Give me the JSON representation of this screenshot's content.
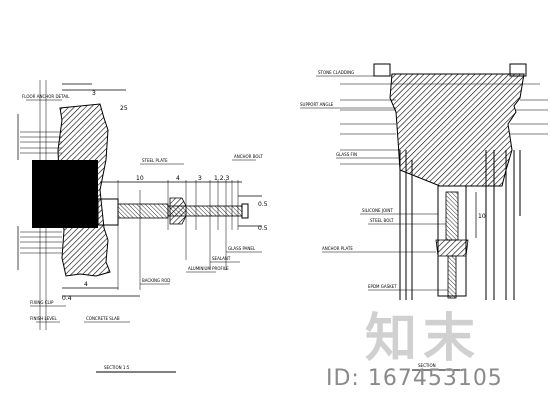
{
  "drawing": {
    "left_detail": {
      "dimensions": [
        "3",
        "10",
        "4",
        "3",
        "1.2.3",
        "0.5",
        "0.5",
        "4",
        "25",
        "0.4"
      ],
      "callouts": [
        "FLOOR ANCHOR DETAIL",
        "STEEL PLATE",
        "ANCHOR BOLT",
        "GLASS PANEL",
        "SEALANT",
        "ALUMINIUM PROFILE",
        "BACKING ROD",
        "FIXING CLIP",
        "CONCRETE SLAB",
        "FINISH LEVEL"
      ],
      "caption": "SECTION 1:5"
    },
    "right_detail": {
      "dimensions": [
        "10"
      ],
      "callouts": [
        "STONE CLADDING",
        "SUPPORT ANGLE",
        "GLASS FIN",
        "SILICONE JOINT",
        "STEEL BOLT",
        "ANCHOR PLATE",
        "EPDM GASKET"
      ],
      "caption": "SECTION"
    }
  },
  "watermark": {
    "logo_text": "知末",
    "id_text": "ID: 167453105"
  },
  "colors": {
    "line": "#000000",
    "watermark_logo": "#aaaaaa",
    "watermark_id": "#8a8a8a"
  }
}
